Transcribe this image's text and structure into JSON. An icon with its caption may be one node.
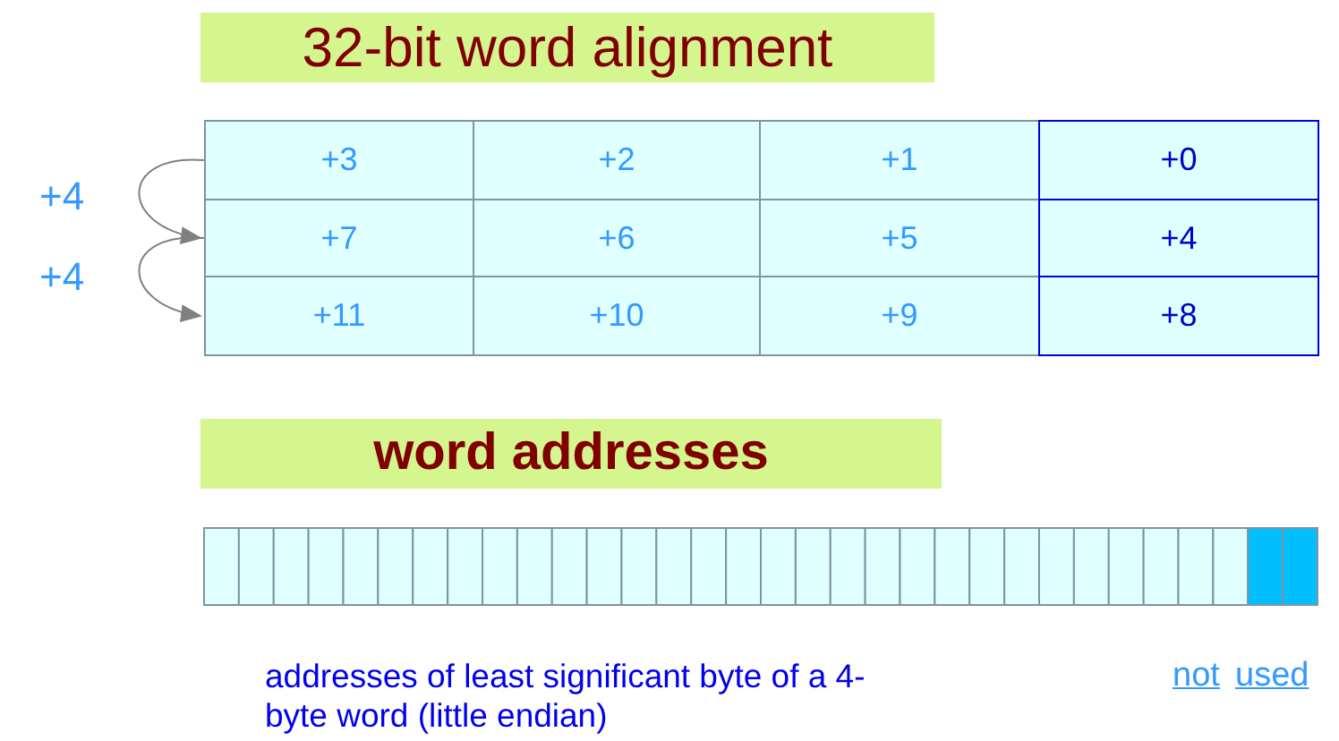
{
  "diagram": {
    "nodes": [
      {
        "text": [
          "32-bit word alignment"
        ]
      },
      {
        "text": [
          "+3"
        ]
      },
      {
        "text": [
          "+2"
        ]
      },
      {
        "text": [
          "+1"
        ]
      },
      {
        "text": [
          "+0"
        ]
      },
      {
        "text": [
          "+7"
        ]
      },
      {
        "text": [
          "+6"
        ]
      },
      {
        "text": [
          "+5"
        ]
      },
      {
        "text": [
          "+4"
        ]
      },
      {
        "text": [
          "+11"
        ]
      },
      {
        "text": [
          "+10"
        ]
      },
      {
        "text": [
          "+9"
        ]
      },
      {
        "text": [
          "+8"
        ]
      },
      {
        "text": [
          "word addresses"
        ]
      }
    ],
    "edges": [
      {
        "from": 1,
        "to": 5,
        "arrow": "to",
        "label": "+4"
      },
      {
        "from": 5,
        "to": 9,
        "arrow": "to",
        "label": "+4"
      }
    ],
    "labels": [
      "addresses of least significant byte of a 4-byte word (little endian)",
      "not",
      "used"
    ]
  }
}
